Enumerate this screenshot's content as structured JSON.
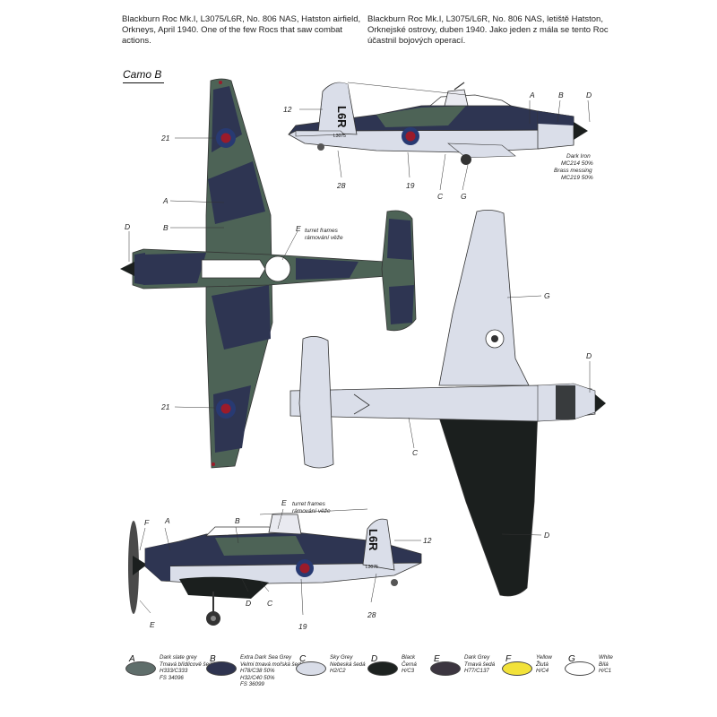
{
  "caption_en": [
    "Blackburn Roc Mk.I, L3075/L6R, No. 806 NAS, Hatston airfield,",
    "Orkneys, April 1940. One of the few Rocs that saw combat actions."
  ],
  "caption_cz": [
    "Blackburn Roc Mk.I, L3075/L6R, No. 806 NAS, letiště Hatston,",
    "Orknejské ostrovy, duben 1940. Jako jeden z mála se tento Roc",
    "účastnil bojových operací."
  ],
  "camo_title": "Camo B",
  "serial": "L3075",
  "codes": "L6R",
  "callouts": {
    "top_side": {
      "twelve": "12",
      "a": "A",
      "b": "B",
      "d": "D",
      "twentyeight": "28",
      "nineteen": "19",
      "c": "C",
      "g": "G"
    },
    "top_view": {
      "twentyone_a": "21",
      "a": "A",
      "b": "B",
      "d": "D",
      "e": "E",
      "twentyone_b": "21"
    },
    "under_view": {
      "g": "G",
      "d_right": "D",
      "c": "C",
      "d_wing": "D"
    },
    "bottom_side": {
      "f": "F",
      "a": "A",
      "b": "B",
      "e_top": "E",
      "twelve": "12",
      "d": "D",
      "c": "C",
      "nineteen": "19",
      "twentyeight": "28",
      "e_bottom": "E"
    }
  },
  "notes": {
    "dark_iron": [
      "Dark Iron",
      "MC214 50%",
      "Brass messing",
      "MC219 50%"
    ],
    "turret_top": [
      "turret frames",
      "rámování věže"
    ],
    "turret_side": [
      "turret frames",
      "rámování věže"
    ]
  },
  "legend": [
    {
      "letter": "A",
      "color": "#5f6e6b",
      "lines": [
        "Dark slate grey",
        "Tmavá břidlicově šedá",
        "H333/C333",
        "FS 34096"
      ]
    },
    {
      "letter": "B",
      "color": "#2f3450",
      "lines": [
        "Extra Dark Sea Grey",
        "Velmi tmavá mořská šedá",
        "H78/C38 50%",
        "H32/C40 50%",
        "FS 36099"
      ]
    },
    {
      "letter": "C",
      "color": "#d9dde8",
      "lines": [
        "Sky Grey",
        "Nebeská šedá",
        "H2/C2"
      ]
    },
    {
      "letter": "D",
      "color": "#1d2220",
      "lines": [
        "Black",
        "Černá",
        "H/C3"
      ]
    },
    {
      "letter": "E",
      "color": "#3c3640",
      "lines": [
        "Dark Grey",
        "Tmavá šedá",
        "H77/C137"
      ]
    },
    {
      "letter": "F",
      "color": "#f2e23a",
      "lines": [
        "Yellow",
        "Žlutá",
        "H/C4"
      ]
    },
    {
      "letter": "G",
      "color": "#ffffff",
      "lines": [
        "White",
        "Bílá",
        "H/C1"
      ]
    }
  ],
  "colors": {
    "slate": "#4d6356",
    "sea_grey": "#2e3552",
    "sky_grey": "#dadee9",
    "black": "#1b1f1e",
    "roundel_red": "#9b1b2a",
    "roundel_blue": "#283a72"
  }
}
